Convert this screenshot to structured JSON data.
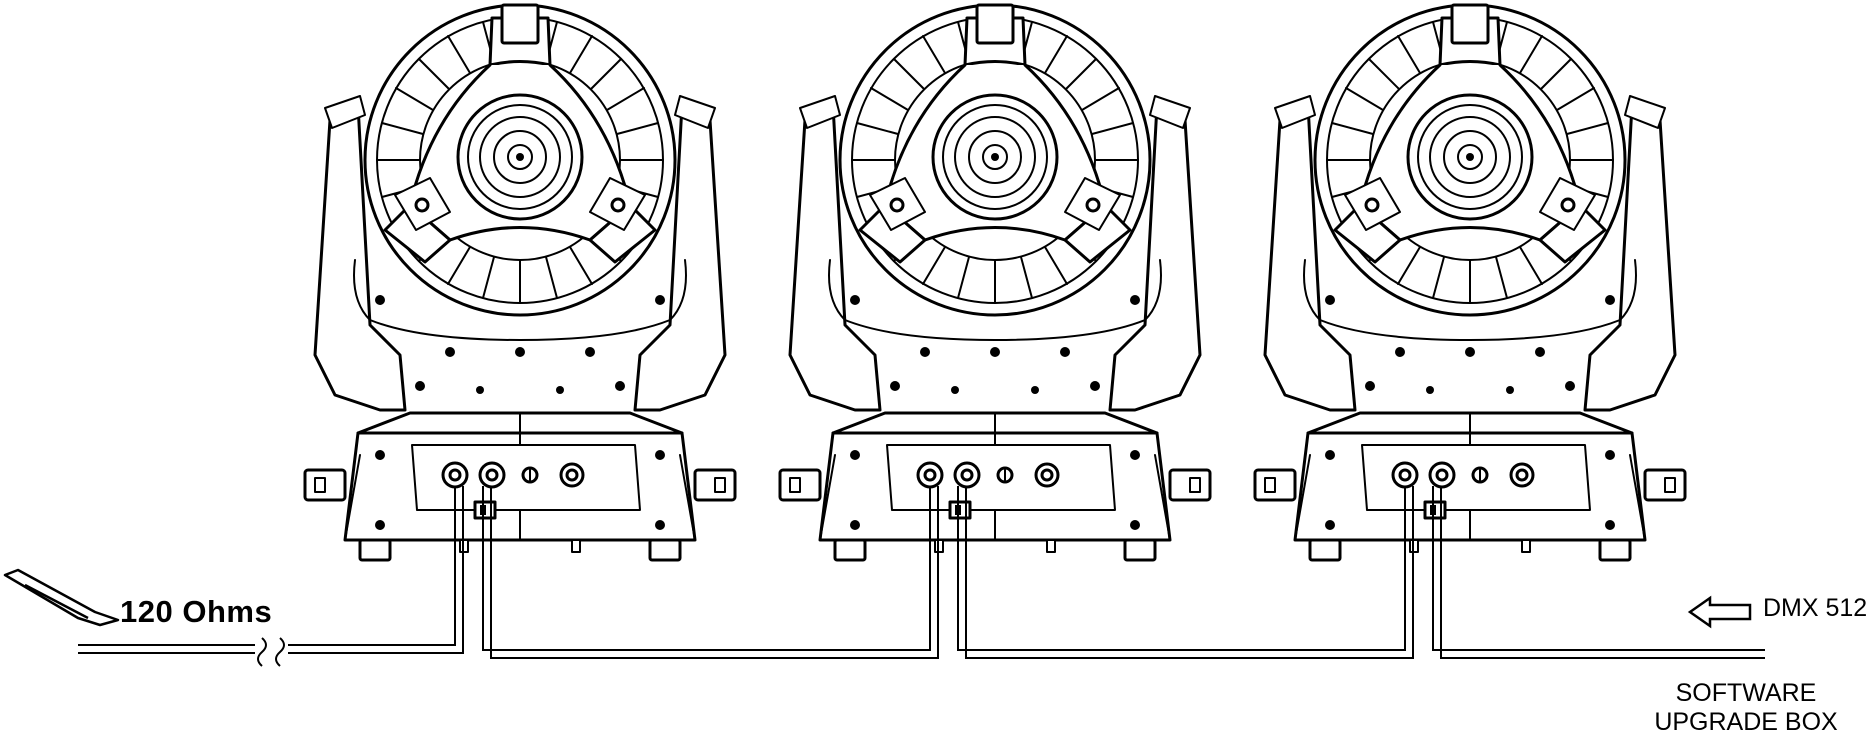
{
  "labels": {
    "terminator": "120 Ohms",
    "dmx_input": "DMX 512",
    "software_box_line1": "SOFTWARE",
    "software_box_line2": "UPGRADE BOX"
  },
  "fixture_count": 3,
  "colors": {
    "line": "#000000",
    "background": "#ffffff",
    "fill": "#ffffff"
  }
}
